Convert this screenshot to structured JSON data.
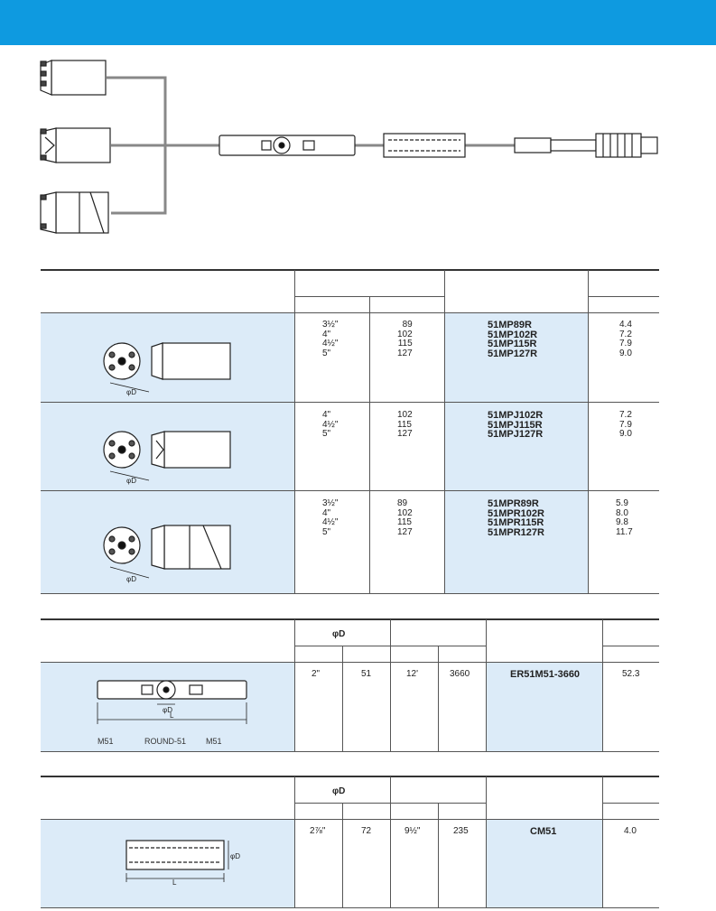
{
  "colors": {
    "banner": "#0e9ae0",
    "cell_blue": "#dcebf8",
    "line": "#555555"
  },
  "bits_table": {
    "rows": [
      {
        "icon": "button-bit-standard",
        "dia_in": [
          "3½\"",
          "4\"",
          "4½\"",
          "5\""
        ],
        "dia_mm": [
          "89",
          "102",
          "115",
          "127"
        ],
        "codes": [
          "51MP89R",
          "51MP102R",
          "51MP115R",
          "51MP127R"
        ],
        "weights": [
          "4.4",
          "7.2",
          "7.9",
          "9.0"
        ],
        "dim_label": "φD"
      },
      {
        "icon": "button-bit-drop-center",
        "dia_in": [
          "4\"",
          "4½\"",
          "5\""
        ],
        "dia_mm": [
          "102",
          "115",
          "127"
        ],
        "codes": [
          "51MPJ102R",
          "51MPJ115R",
          "51MPJ127R"
        ],
        "weights": [
          "7.2",
          "7.9",
          "9.0"
        ],
        "dim_label": "φD"
      },
      {
        "icon": "button-bit-retrac",
        "dia_in": [
          "3½\"",
          "4\"",
          "4½\"",
          "5\""
        ],
        "dia_mm": [
          "89",
          "102",
          "115",
          "127"
        ],
        "codes": [
          "51MPR89R",
          "51MPR102R",
          "51MPR115R",
          "51MPR127R"
        ],
        "weights": [
          "5.9",
          "8.0",
          "9.8",
          "11.7"
        ],
        "dim_label": "φD"
      }
    ]
  },
  "rod_table": {
    "phi_header": "φD",
    "row": {
      "dia_in": "2\"",
      "dia_mm": "51",
      "len_ft": "12'",
      "len_mm": "3660",
      "code": "ER51M51-3660",
      "weight": "52.3",
      "dim_d": "φD",
      "dim_l": "L",
      "caption_left": "M51",
      "caption_mid": "ROUND-51",
      "caption_right": "M51"
    }
  },
  "coupling_table": {
    "phi_header": "φD",
    "row": {
      "dia_in": "2⅞\"",
      "dia_mm": "72",
      "len_in": "9½\"",
      "len_mm": "235",
      "code": "CM51",
      "weight": "4.0",
      "dim_d": "φD",
      "dim_l": "L"
    }
  }
}
